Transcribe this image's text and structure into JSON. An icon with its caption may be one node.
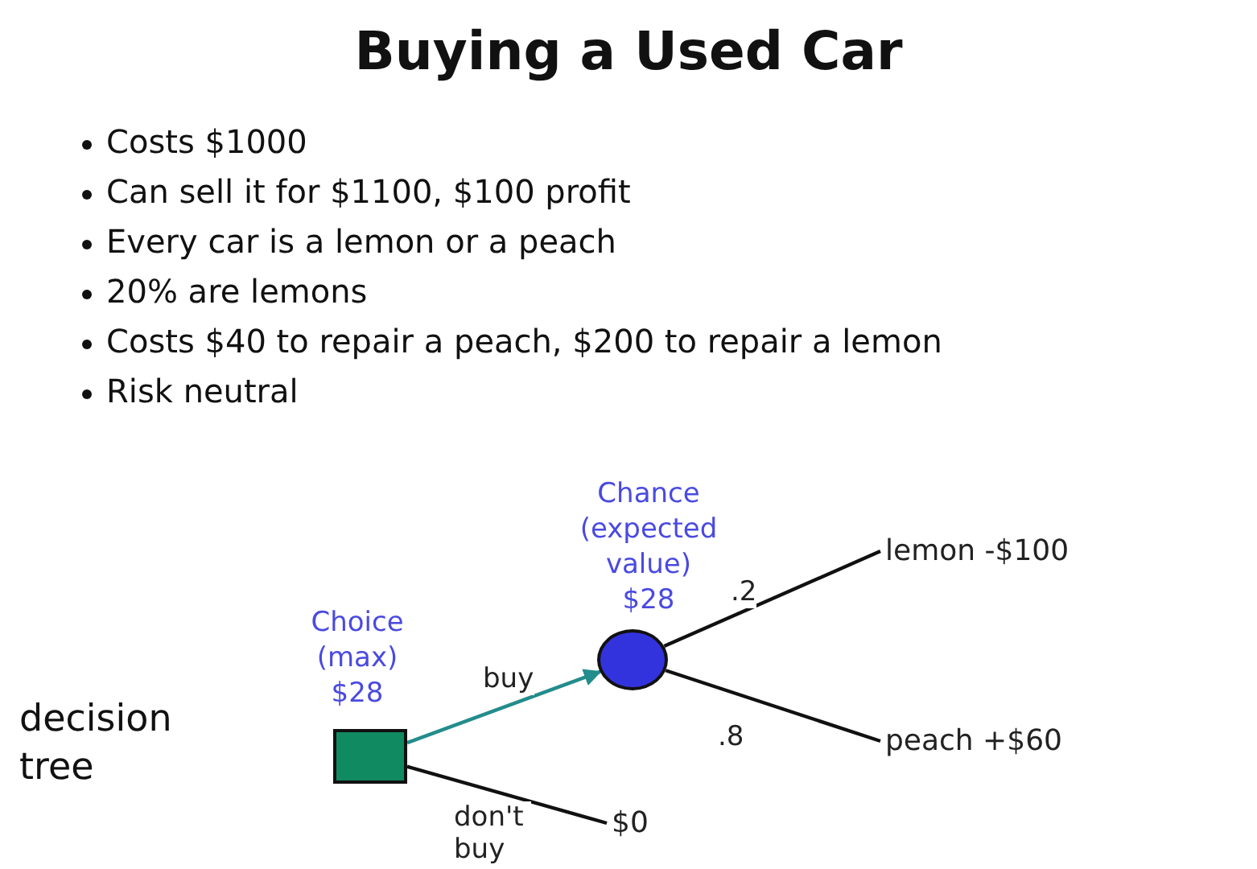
{
  "diagram": {
    "title": "Buying a Used Car",
    "nodes": [
      {
        "text": [
          "Choice (max)",
          "$28"
        ]
      },
      {
        "text": [
          "Chance (expected value)",
          "$28"
        ]
      },
      {
        "text": [
          "$0"
        ]
      },
      {
        "text": [
          "lemon -$100"
        ]
      },
      {
        "text": [
          "peach +$60"
        ]
      }
    ],
    "edges": [
      {
        "from": 0,
        "to": 1,
        "arrow": "to",
        "label": "buy",
        "color": "#238c8c"
      },
      {
        "from": 0,
        "to": 2,
        "arrow": "none",
        "label": "don't buy"
      },
      {
        "from": 1,
        "to": 3,
        "arrow": "none",
        "label": ".2"
      },
      {
        "from": 1,
        "to": 4,
        "arrow": "none",
        "label": ".8"
      }
    ],
    "labels": [
      "Costs $1000",
      "Can sell it for $1100, $100 profit",
      "Every car is a lemon or a peach",
      "20% are lemons",
      "Costs $40 to repair a peach, $200 to repair a lemon",
      "Risk neutral",
      "decision tree"
    ]
  }
}
